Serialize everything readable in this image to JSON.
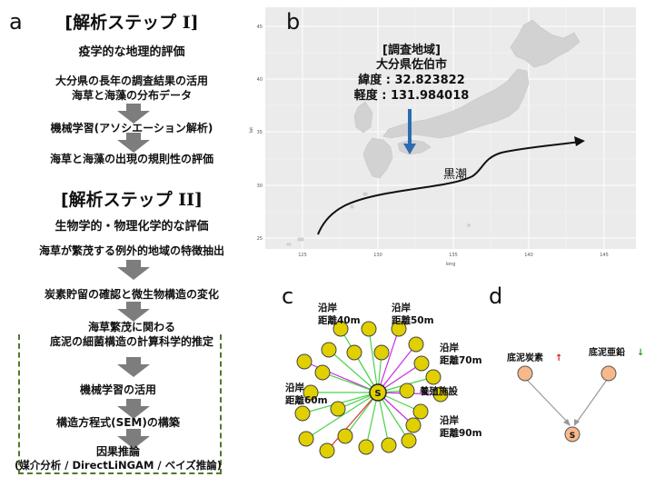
{
  "panels": {
    "a": "a",
    "b": "b",
    "c": "c",
    "d": "d"
  },
  "step1": {
    "title_prefix": "[解析ステップ",
    "title_roman": "I]",
    "items": [
      "疫学的な地理的評価",
      "大分県の長年の調査結果の活用",
      "海草と海藻の分布データ",
      "機械学習(アソシエーション解析)",
      "海草と海藻の出現の規則性の評価"
    ]
  },
  "step2": {
    "title_prefix": "[解析ステップ",
    "title_roman": "II]",
    "items": [
      "生物学的・物理化学的な評価",
      "海草が繁茂する例外的地域の特徴抽出",
      "炭素貯留の確認と微生物構造の変化",
      "海草繁茂に関わる",
      "底泥の細菌構造の計算科学的推定",
      "機械学習の活用",
      "構造方程式(SEM)の構築",
      "因果推論",
      "(媒介分析 / DirectLiNGAM / ベイズ推論)"
    ]
  },
  "map": {
    "site_title": "[調査地域]",
    "site_name": "大分県佐伯市",
    "lat_text": "緯度 : 32.823822",
    "lon_text": "軽度 : 131.984018",
    "current_label": "黒潮",
    "xlabel": "long",
    "ylabel": "lat",
    "xticks": [
      "125",
      "130",
      "135",
      "140",
      "145"
    ],
    "yticks": [
      "45",
      "40",
      "35",
      "30",
      "25"
    ],
    "colors": {
      "bg": "#ebebeb",
      "land": "#d2d2d2",
      "arrow_blue": "#2b6cb0"
    }
  },
  "network": {
    "center": "S",
    "labels": [
      {
        "l1": "沿岸",
        "l2": "距離40m"
      },
      {
        "l1": "沿岸",
        "l2": "距離50m"
      },
      {
        "l1": "沿岸",
        "l2": "距離70m"
      },
      {
        "l1": "養殖施設",
        "l2": ""
      },
      {
        "l1": "沿岸",
        "l2": "距離90m"
      },
      {
        "l1": "沿岸",
        "l2": "距離60m"
      }
    ],
    "colors": {
      "node": "#e0d000",
      "green": "#4cd24c",
      "magenta": "#c82ee0",
      "red": "#e03030"
    }
  },
  "dag": {
    "left_label": "底泥炭素",
    "left_arrow": "↑",
    "right_label": "底泥亜鉛",
    "right_arrow": "↓",
    "center": "S",
    "colors": {
      "node": "#f7b98a",
      "up": "#e02020",
      "down": "#2aa02a"
    }
  }
}
